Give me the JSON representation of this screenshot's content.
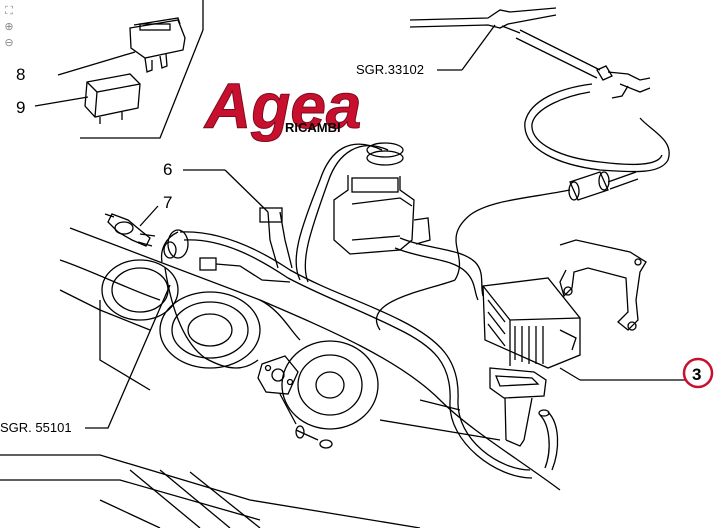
{
  "logo": {
    "main": "Agea",
    "sub": "RICAMBI",
    "color": "#c8102e"
  },
  "callouts": {
    "item8": "8",
    "item9": "9",
    "item6": "6",
    "item7": "7",
    "item3": "3",
    "sgr33102": "SGR.33102",
    "sgr55101": "SGR. 55101"
  },
  "colors": {
    "line": "#000000",
    "highlight": "#c8102e"
  },
  "zoom": {
    "fit": "fit-icon",
    "in": "zoom-in-icon",
    "out": "zoom-out-icon"
  }
}
